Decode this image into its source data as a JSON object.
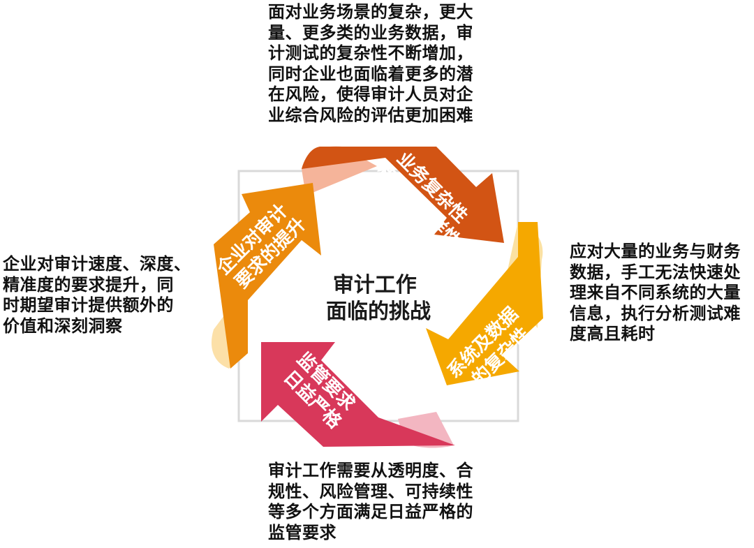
{
  "diagram": {
    "center_title": [
      "审计工作",
      "面临的挑战"
    ],
    "challenges": [
      {
        "id": "business",
        "label": [
          "业务复杂性",
          "和场景多样性"
        ],
        "color": "#D25414",
        "light_color": "#F5B49A",
        "description": "面对业务场景的复杂，更大\n量、更多类的业务数据，审\n计测试的复杂性不断增加，\n同时企业也面临着更多的潜\n在风险，使得审计人员对企\n业综合风险的评估更加困难"
      },
      {
        "id": "system",
        "label": [
          "系统及数据",
          "的复杂性"
        ],
        "color": "#F5A800",
        "light_color": "#FBE1A2",
        "description": "应对大量的业务与财务\n数据，手工无法快速处\n理来自不同系统的大量\n信息，执行分析测试难\n度高且耗时"
      },
      {
        "id": "regulation",
        "label": [
          "监管要求",
          "日益严格"
        ],
        "color": "#D8385A",
        "light_color": "#F3B6C1",
        "description": "审计工作需要从透明度、合\n规性、风险管理、可持续性\n等多个方面满足日益严格的\n监管要求"
      },
      {
        "id": "enterprise",
        "label": [
          "企业对审计",
          "要求的提升"
        ],
        "color": "#EB8A0C",
        "light_color": "#FCE0A8",
        "description": "企业对审计速度、深度、\n精准度的要求提升，同\n时期望审计提供额外的\n价值和深刻洞察"
      }
    ]
  }
}
